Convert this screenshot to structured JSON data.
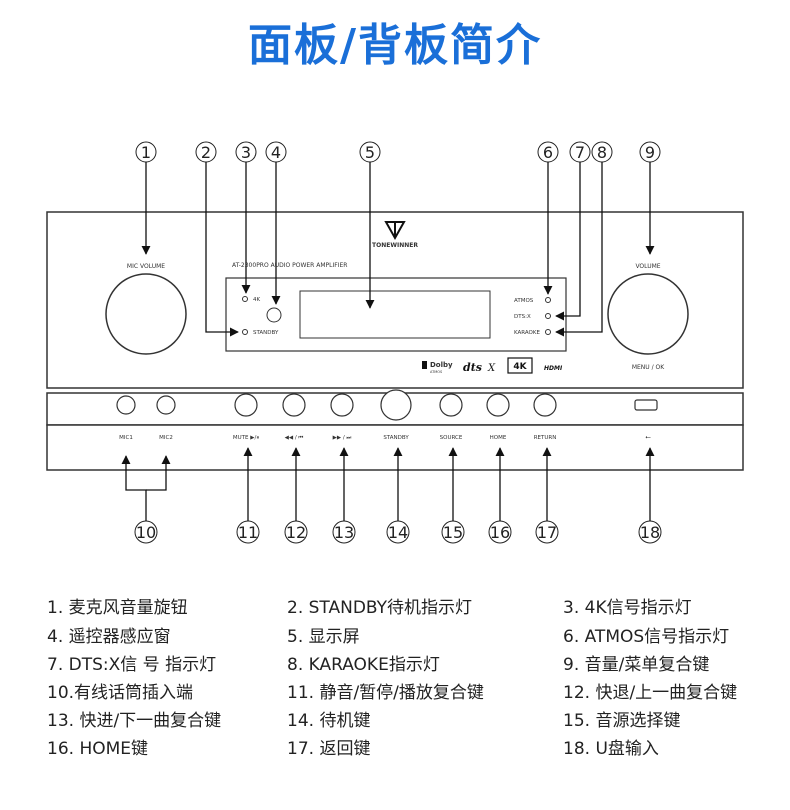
{
  "title": "面板/背板简介",
  "panel": {
    "brand": "TONEWINNER",
    "model_line": "AT-2300PRO  AUDIO  POWER  AMPLIFIER",
    "mic_volume": "MIC VOLUME",
    "volume": "VOLUME",
    "menu_ok": "MENU / OK",
    "ind_4k": "4K",
    "ind_standby": "STANDBY",
    "ind_atmos": "ATMOS",
    "ind_dtsx": "DTS:X",
    "ind_karaoke": "KARAOKE",
    "logos": {
      "dolby": "Dolby",
      "dolby_sub": "ATMOS",
      "dts": "dts",
      "dts_x": "X",
      "uhd": "4K",
      "hdmi": "HDMI"
    },
    "buttons": {
      "mic1": "MIC1",
      "mic2": "MIC2",
      "mute": "MUTE  ▶/⏸",
      "prev": "◀◀ / ⏮",
      "next": "▶▶ / ⏭",
      "standby": "STANDBY",
      "source": "SOURCE",
      "home": "HOME",
      "return": "RETURN",
      "usb": "⭠"
    }
  },
  "callouts": [
    "1",
    "2",
    "3",
    "4",
    "5",
    "6",
    "7",
    "8",
    "9",
    "10",
    "11",
    "12",
    "13",
    "14",
    "15",
    "16",
    "17",
    "18"
  ],
  "legend": [
    "1. 麦克风音量旋钮",
    "2. STANDBY待机指示灯",
    "3. 4K信号指示灯",
    "4. 遥控器感应窗",
    "5. 显示屏",
    "6. ATMOS信号指示灯",
    "7. DTS:X信 号 指示灯",
    "8. KARAOKE指示灯",
    "9. 音量/菜单复合键",
    "10.有线话筒插入端",
    "11. 静音/暂停/播放复合键",
    "12. 快退/上一曲复合键",
    "13. 快进/下一曲复合键",
    "14. 待机键",
    "15. 音源选择键",
    "16. HOME键",
    "17. 返回键",
    "18. U盘输入"
  ]
}
